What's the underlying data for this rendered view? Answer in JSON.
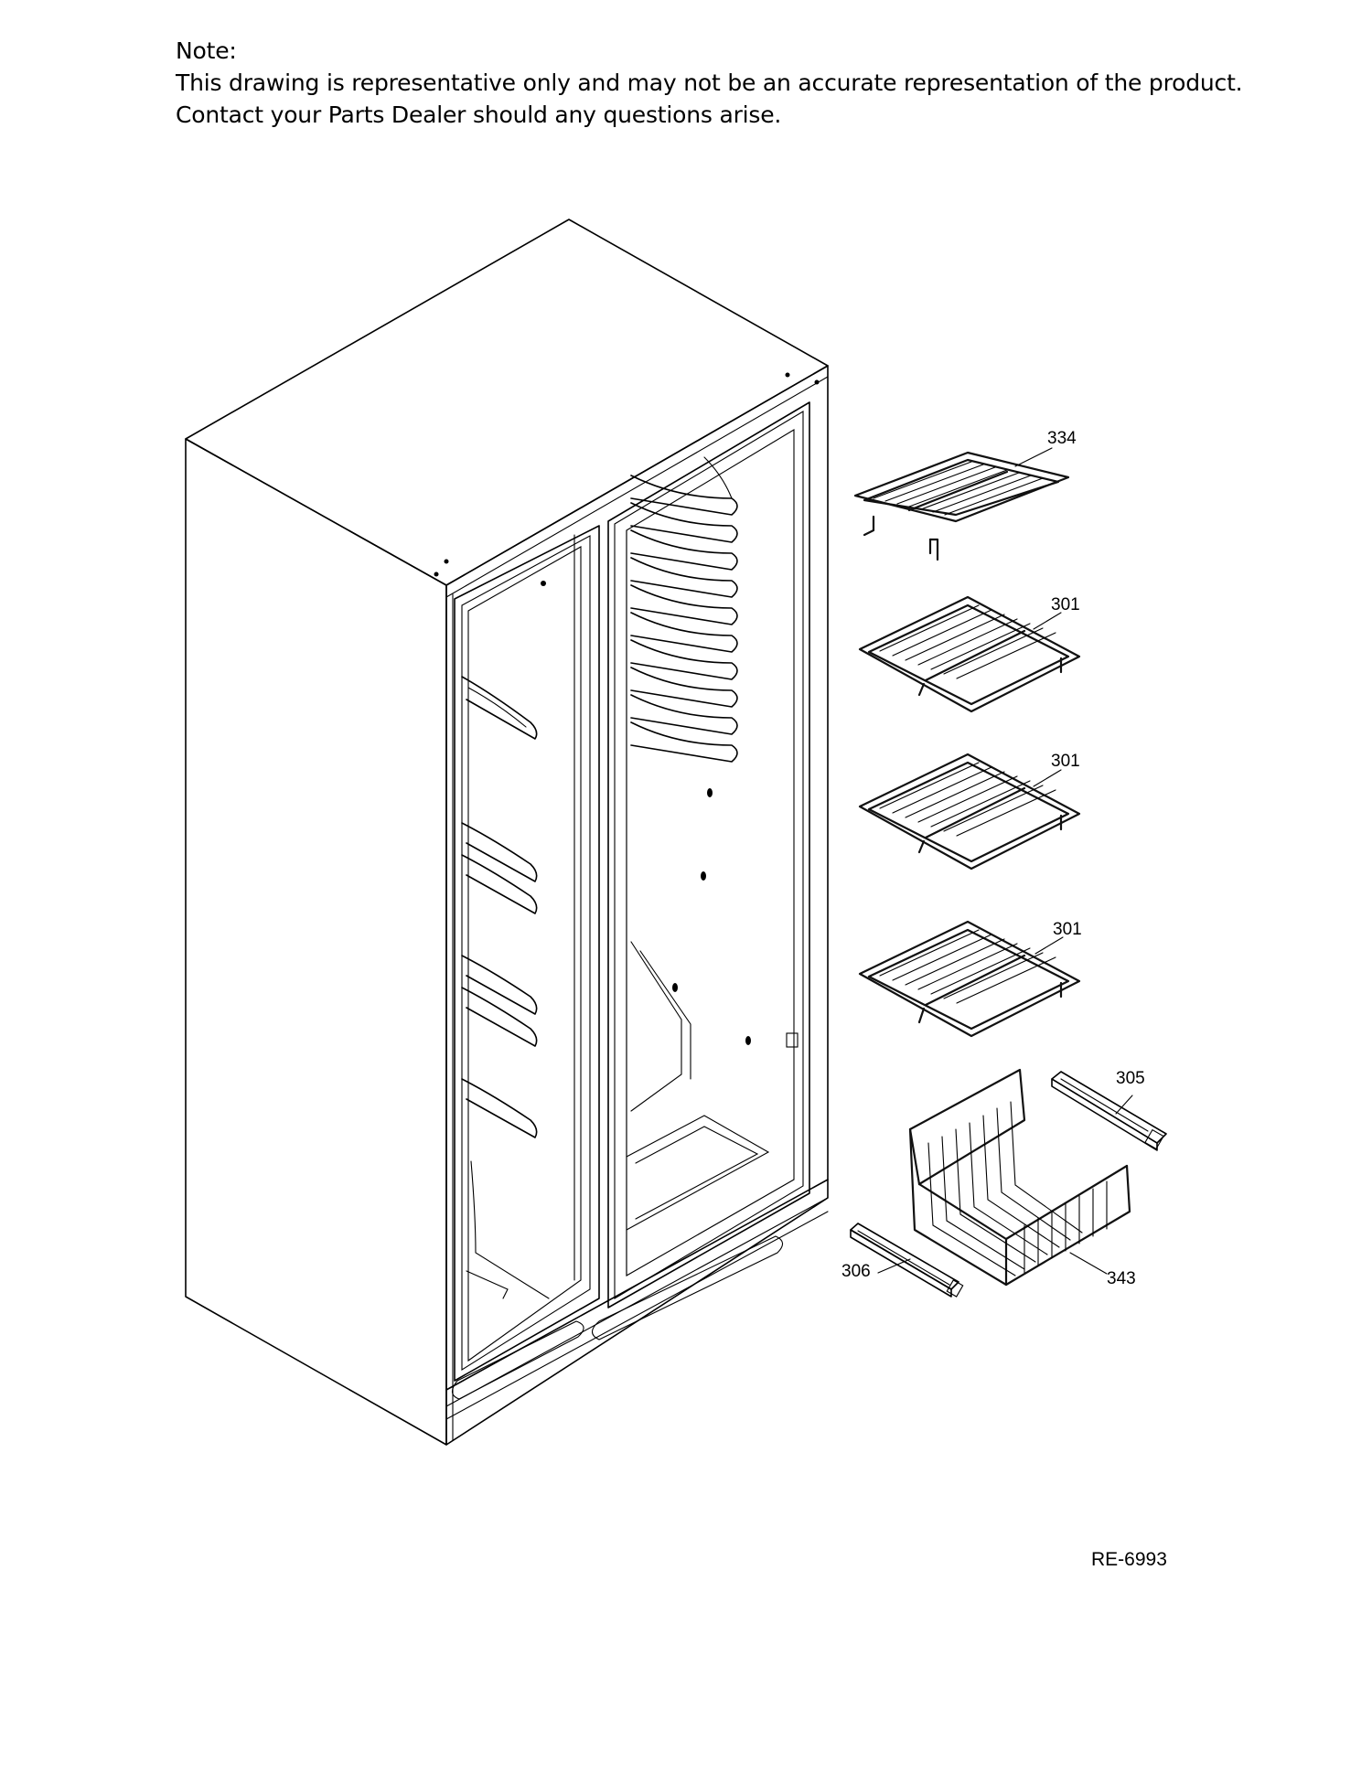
{
  "note": {
    "heading": "Note:",
    "line1": "This drawing is representative only and may not be an accurate representation of the product.",
    "line2": "Contact your Parts Dealer should any questions arise."
  },
  "callouts": [
    {
      "id": "shelf-top",
      "label": "334"
    },
    {
      "id": "shelf-2",
      "label": "301"
    },
    {
      "id": "shelf-3",
      "label": "301"
    },
    {
      "id": "shelf-4",
      "label": "301"
    },
    {
      "id": "rail-right",
      "label": "305"
    },
    {
      "id": "rail-left",
      "label": "306"
    },
    {
      "id": "basket",
      "label": "343"
    }
  ],
  "drawing_code": "RE-6993"
}
